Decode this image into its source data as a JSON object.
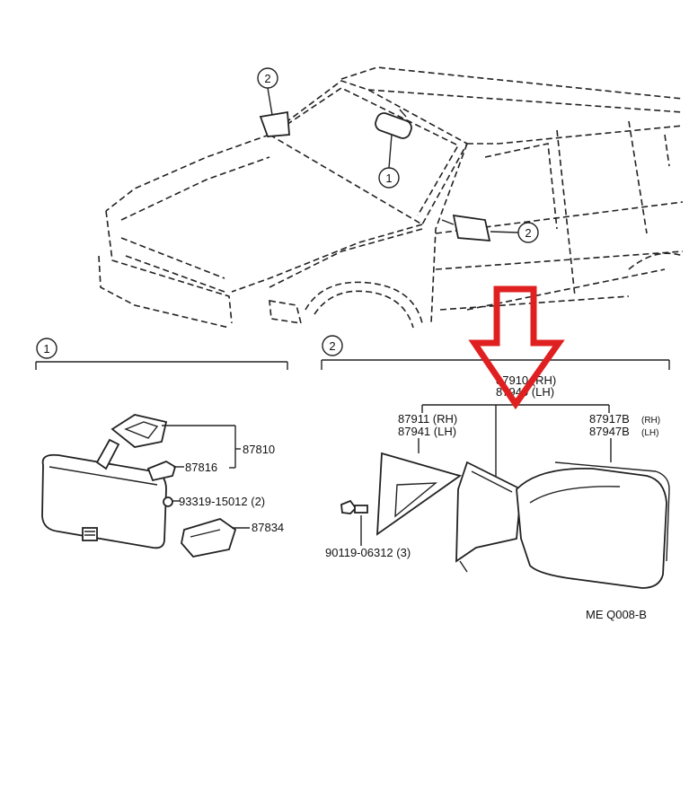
{
  "callouts": {
    "car_mirror_top": "2",
    "car_inner_mirror": "1",
    "car_door_mirror": "2",
    "section_left": "1",
    "section_right": "2"
  },
  "left_parts": {
    "p87810": "87810",
    "p87816": "87816",
    "p93319": "93319-15012 (2)",
    "p87834": "87834"
  },
  "right_parts": {
    "p87910_rh": "87910 (RH)",
    "p87940_lh": "87940 (LH)",
    "p87911_rh": "87911 (RH)",
    "p87941_lh": "87941 (LH)",
    "p87917b": "87917B",
    "p87947b": "87947B",
    "rh_small": "(RH)",
    "lh_small": "(LH)",
    "p90119": "90119-06312 (3)"
  },
  "figure_code": "ME  Q008-B",
  "arrow_color": "#e02020"
}
